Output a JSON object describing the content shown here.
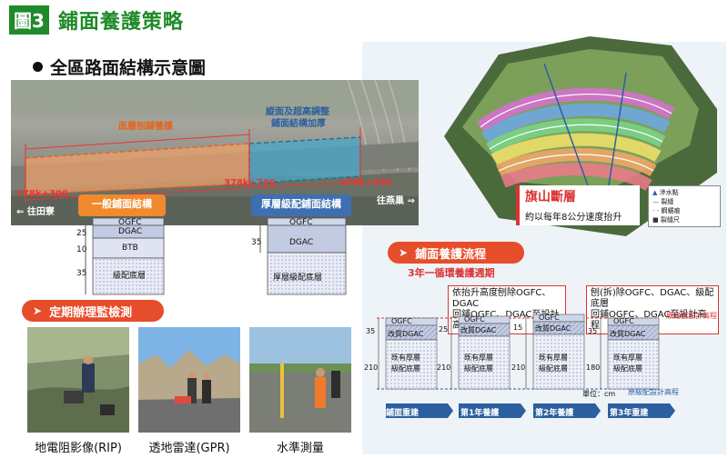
{
  "header": {
    "badge": "圖3",
    "title": "鋪面養護策略"
  },
  "section": {
    "heading": "全區路面結構示意圖"
  },
  "aerial": {
    "label_left_area": "面層刨鋪養護",
    "label_right_area_line1": "縱面及超高調整",
    "label_right_area_line2": "鋪面結構加厚",
    "chainage_start": "378k+300",
    "chainage_mid": "378k+700",
    "chainage_end": "378k+900",
    "dir_left": "往田寮",
    "dir_right": "往燕巢"
  },
  "buttons": {
    "general": "一般鋪面結構",
    "thick": "厚層級配鋪面結構"
  },
  "general_layers": {
    "ogfc": "OGFC",
    "dgac": "DGAC",
    "btb": "BTB",
    "base": "級配底層",
    "dim1": "25",
    "dim2": "10",
    "dim3": "35"
  },
  "thick_layers": {
    "ogfc": "OGFC",
    "dgac": "DGAC",
    "base": "厚層級配底層",
    "dim1": "35"
  },
  "inspection": {
    "tag": "定期辦理監檢測",
    "captions": [
      "地電阻影像(RIP)",
      "透地雷達(GPR)",
      "水準測量"
    ]
  },
  "terrain": {
    "fault_title": "旗山斷層",
    "fault_desc": "約以每年8公分速度抬升",
    "legend": [
      "滲水點",
      "裂縫",
      "鋼鋸痕",
      "裂縫尺"
    ]
  },
  "flow": {
    "tag": "鋪面養護流程",
    "subtitle": "3年一循環養護週期",
    "note_left_line1": "依抬升高度刨除OGFC、DGAC",
    "note_left_line2": "回鋪OGFC、DGAC至設計高程",
    "note_right_line1": "刨(拆)除OGFC、DGAC、級配底層",
    "note_right_line2": "回鋪OGFC、DGAC至設計高程",
    "orig_road_elev": "原路面設計高程",
    "orig_base_elev": "原級配設計高程",
    "unit": "單位：cm",
    "ogfc": "OGFC",
    "dgac": "改質DGAC",
    "base_line1": "既有厚層",
    "base_line2": "級配底層",
    "columns": [
      {
        "top": "35",
        "bottom": "210",
        "step": "鋪面重建"
      },
      {
        "top": "25",
        "bottom": "210",
        "step": "第1年養護"
      },
      {
        "top": "15",
        "bottom": "210",
        "step": "第2年養護"
      },
      {
        "top": "35",
        "bottom": "180",
        "step": "第3年重建"
      }
    ]
  },
  "colors": {
    "brand_green": "#1f8a2a",
    "accent_red": "#e64d2b",
    "orange": "#f08a2c",
    "blue": "#3e6fb3"
  }
}
